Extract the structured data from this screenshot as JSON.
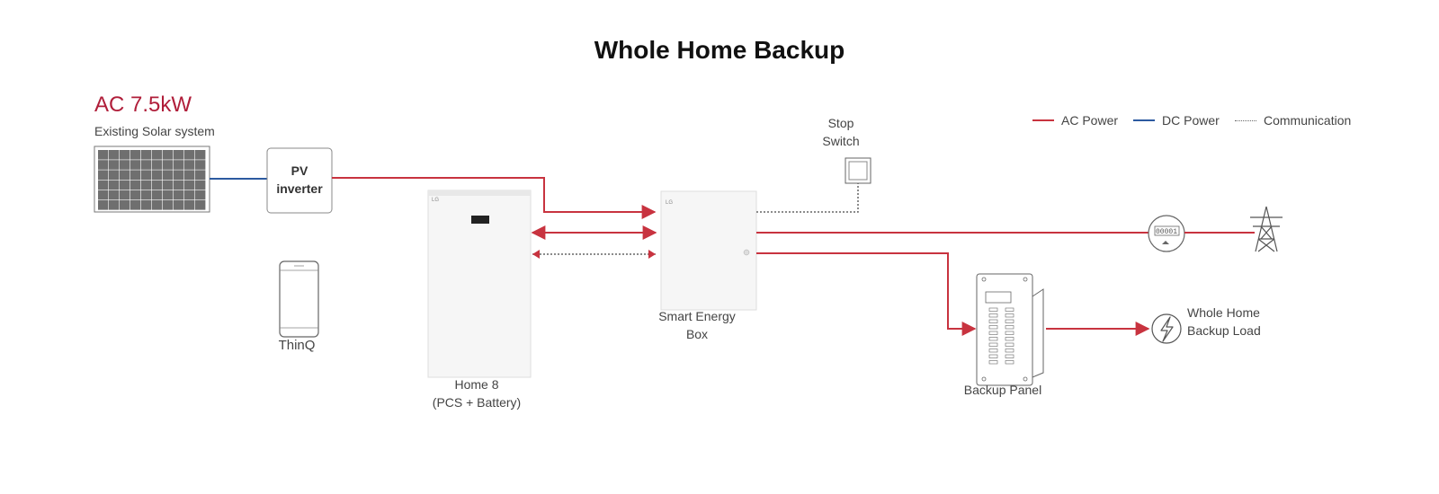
{
  "title": "Whole Home Backup",
  "solar": {
    "rating": "AC 7.5kW",
    "label": "Existing Solar system"
  },
  "pv_inverter": {
    "line1": "PV",
    "line2": "inverter"
  },
  "thinq": {
    "label": "ThinQ"
  },
  "home8": {
    "line1": "Home 8",
    "line2": "(PCS + Battery)"
  },
  "smart_energy_box": {
    "line1": "Smart Energy",
    "line2": "Box"
  },
  "stop_switch": {
    "line1": "Stop",
    "line2": "Switch"
  },
  "meter": {
    "reading": "00001"
  },
  "backup_panel": {
    "label": "Backup Panel"
  },
  "load": {
    "line1": "Whole Home",
    "line2": "Backup Load"
  },
  "legend": {
    "ac": "AC Power",
    "dc": "DC Power",
    "comm": "Communication"
  },
  "colors": {
    "ac": "#c8333f",
    "dc": "#2c5aa0",
    "comm": "#666666",
    "accent": "#b01e3a"
  }
}
